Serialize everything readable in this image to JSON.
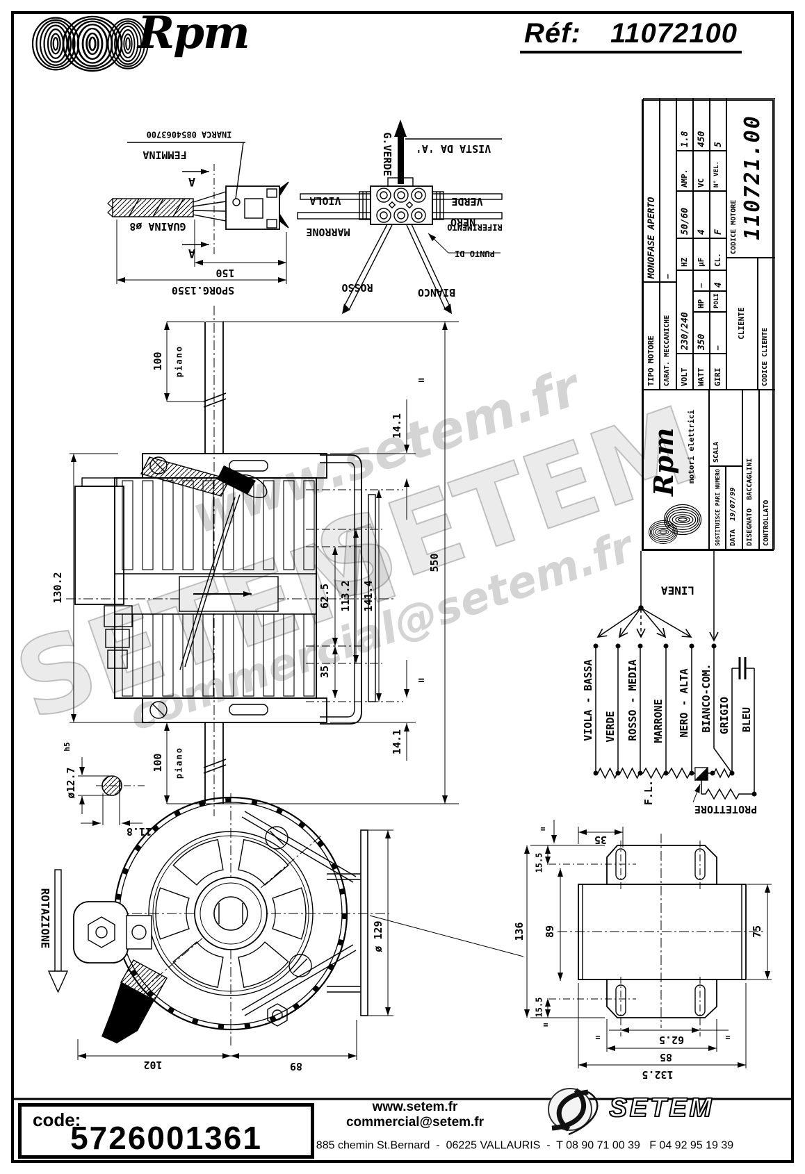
{
  "header": {
    "brand": "Rpm",
    "ref_label": "Réf:",
    "ref_value": "11072100"
  },
  "spec_table": {
    "tipo_label": "TIPO MOTORE",
    "tipo_value": "MONOFASE APERTO",
    "carat_label": "CARAT. MECCANICHE",
    "carat_value": "—",
    "volt_label": "VOLT",
    "volt_value": "230/240",
    "hz_label": "HZ",
    "hz_value": "50/60",
    "amp_label": "AMP.",
    "amp_value": "1.8",
    "watt_label": "WATT",
    "watt_value": "350",
    "hp_label": "HP",
    "hp_value": "—",
    "uf_label": "µF",
    "uf_value": "4",
    "vc_label": "VC",
    "vc_value": "450",
    "giri_label": "GIRI",
    "giri_value": "—",
    "poli_label": "POLI",
    "poli_value": "4",
    "cl_label": "CL.",
    "cl_value": "F",
    "nvel_label": "N° VEL.",
    "nvel_value": "5",
    "cliente_label": "CLIENTE",
    "codice_cliente_label": "CODICE CLIENTE",
    "codice_motore_label": "CODICE MOTORE",
    "codice_motore_value": "110721.00"
  },
  "title_block": {
    "brand": "Rpm",
    "sub": "motori elettrici",
    "sostituisce": "SOSTITUISCE PARI NUMERO",
    "scala_label": "SCALA",
    "data_label": "DATA",
    "data_value": "19/07/99",
    "disegnato_label": "DISEGNATO",
    "disegnato_value": "BACCAGLINI",
    "controllato_label": "CONTROLLATO"
  },
  "connector_detail": {
    "inarca": "INARCA 0854063700",
    "femmina": "FEMMINA",
    "guaina": "GUAINA ø8",
    "dim_150": "150",
    "sporg": "SPORG.1350",
    "section_a": "A"
  },
  "vista": {
    "title": "VISTA DA 'A'",
    "g_verde": "G.VERDE",
    "viola": "VIOLA",
    "verde": "VERDE",
    "marrone": "MARRONE",
    "nero": "NERO",
    "rosso": "ROSSO",
    "bianco": "BIANCO",
    "punto": "PUNTO DI",
    "riferimento": "RIFERIMENTO"
  },
  "side_view": {
    "dim_100_top": "100",
    "piano_top": "piano",
    "dim_14_1_top": "14.1",
    "dim_130_2": "130.2",
    "dim_62_5": "62.5",
    "dim_113_2": "113.2",
    "dim_141_4": "141.4",
    "dim_550": "550",
    "dim_35": "35",
    "dim_14_1_bottom": "14.1",
    "dim_100_bottom": "100",
    "piano_bottom": "piano",
    "eq": "="
  },
  "shaft_section": {
    "dia": "ø12.7",
    "tol": "h5",
    "flat": "11.8"
  },
  "front_view": {
    "rotazione": "ROTAZIONE",
    "dia_129": "ø 129",
    "dim_102": "102",
    "dim_89": "89"
  },
  "bracket_view": {
    "eq": "=",
    "dim_35": "35",
    "dim_15_5_top": "15.5",
    "dim_136": "136",
    "dim_89": "89",
    "dim_75": "75",
    "dim_15_5_bottom": "15.5",
    "dim_62_5": "62.5",
    "dim_85": "85",
    "dim_132_5": "132.5"
  },
  "wiring": {
    "linea": "LINEA",
    "wires": [
      "VIOLA - BASSA",
      "VERDE",
      "ROSSO - MEDIA",
      "MARRONE",
      "NERO - ALTA",
      "BIANCO-COM.",
      "GRIGIO",
      "BLEU"
    ],
    "fl": "F.L.",
    "protettore": "PROTETTORE"
  },
  "watermarks": {
    "w1": "www.setem.fr",
    "w2": "SETEM",
    "w3": "SETEM",
    "w4": "commercial@setem.fr"
  },
  "footer": {
    "code_label": "code:",
    "code_value": "5726001361",
    "website": "www.setem.fr",
    "email": "commercial@setem.fr",
    "address": "885 chemin St.Bernard  -  06225 VALLAURIS  -  T 08 90 71 00 39   F 04 92 95 19 39",
    "logo_text": "SETEM"
  }
}
